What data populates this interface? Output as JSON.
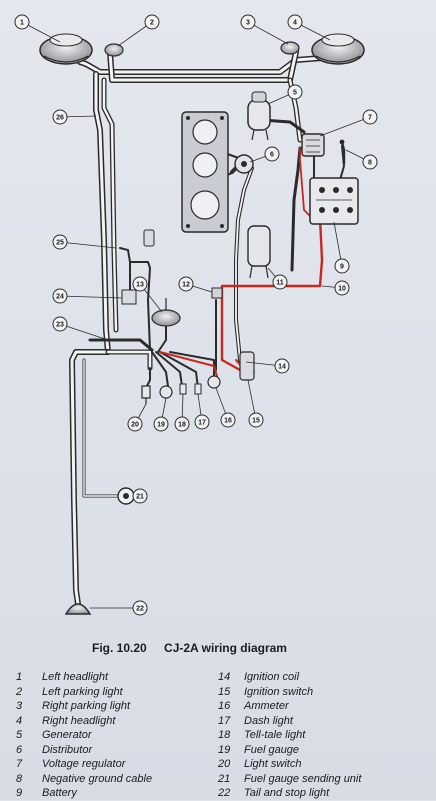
{
  "figure": {
    "number": "Fig. 10.20",
    "title": "CJ-2A wiring diagram"
  },
  "callouts": [
    "1",
    "2",
    "3",
    "4",
    "5",
    "6",
    "7",
    "8",
    "9",
    "10",
    "11",
    "12",
    "13",
    "14",
    "15",
    "16",
    "17",
    "18",
    "19",
    "20",
    "21",
    "22",
    "23",
    "24",
    "25",
    "26"
  ],
  "legend_left": [
    {
      "num": "1",
      "label": "Left headlight"
    },
    {
      "num": "2",
      "label": "Left parking light"
    },
    {
      "num": "3",
      "label": "Right parking light"
    },
    {
      "num": "4",
      "label": "Right headlight"
    },
    {
      "num": "5",
      "label": "Generator"
    },
    {
      "num": "6",
      "label": "Distributor"
    },
    {
      "num": "7",
      "label": "Voltage regulator"
    },
    {
      "num": "8",
      "label": "Negative ground cable"
    },
    {
      "num": "9",
      "label": "Battery"
    }
  ],
  "legend_right": [
    {
      "num": "14",
      "label": "Ignition coil"
    },
    {
      "num": "15",
      "label": "Ignition switch"
    },
    {
      "num": "16",
      "label": "Ammeter"
    },
    {
      "num": "17",
      "label": "Dash light"
    },
    {
      "num": "18",
      "label": "Tell-tale light"
    },
    {
      "num": "19",
      "label": "Fuel gauge"
    },
    {
      "num": "20",
      "label": "Light switch"
    },
    {
      "num": "21",
      "label": "Fuel gauge sending unit"
    },
    {
      "num": "22",
      "label": "Tail and stop light"
    }
  ],
  "colors": {
    "wire": "#2b2b2b",
    "wire_sheath": "#f4f4f2",
    "hot_wire": "#c8281e",
    "component_fill": "#cfd3da",
    "ink": "#1a1a1a"
  }
}
